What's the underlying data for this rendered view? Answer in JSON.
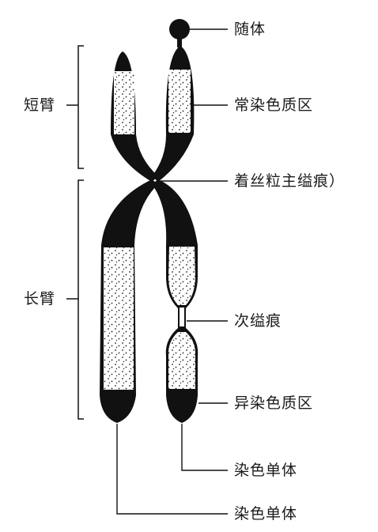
{
  "diagram": {
    "labels": {
      "satellite": "随体",
      "short_arm": "短臂",
      "euchromatin": "常染色质区",
      "centromere": "着丝粒主缢痕）",
      "long_arm": "长臂",
      "secondary_constriction": "次缢痕",
      "heterochromatin": "异染色质区",
      "chromatid_1": "染色单体",
      "chromatid_2": "染色单体"
    },
    "colors": {
      "ink": "#111111",
      "body": "#ffffff",
      "text": "#1a1a1a"
    }
  }
}
